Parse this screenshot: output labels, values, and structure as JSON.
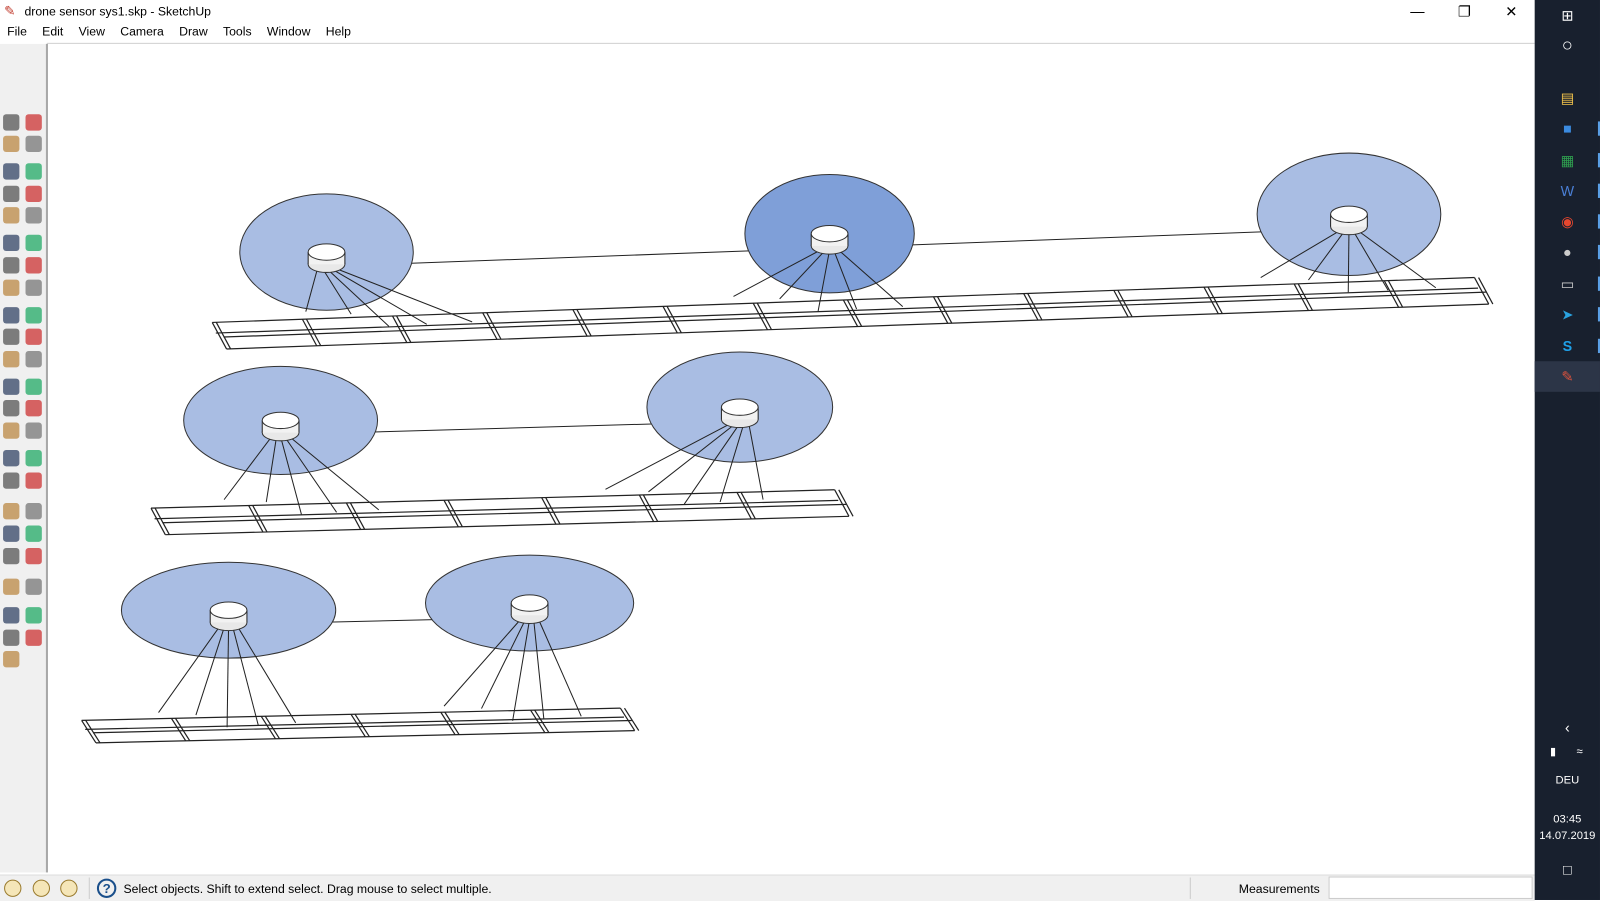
{
  "window": {
    "title": "drone sensor sys1.skp - SketchUp",
    "app_icon": "sketchup-icon",
    "controls": [
      "minimize-icon",
      "restore-icon",
      "close-icon"
    ]
  },
  "menu": [
    "File",
    "Edit",
    "View",
    "Camera",
    "Draw",
    "Tools",
    "Window",
    "Help"
  ],
  "status": {
    "message": "Select objects. Shift to extend select. Drag mouse to select multiple.",
    "measurements_label": "Measurements",
    "measurements_value": ""
  },
  "taskbar": {
    "language": "DEU",
    "time": "03:45",
    "date": "14.07.2019"
  },
  "colors": {
    "disc": "#a9bde3",
    "disc_selected": "#7f9fd8",
    "taskbar": "#18202e"
  }
}
